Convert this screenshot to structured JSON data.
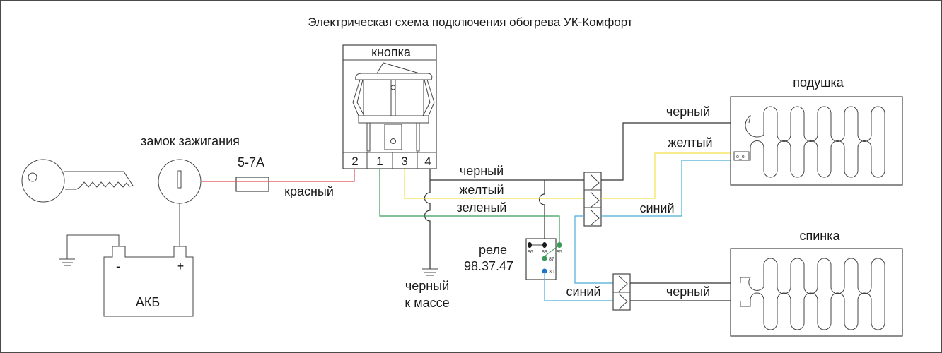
{
  "title": "Электрическая схема подключения обогрева УК-Комфорт",
  "wire_colors": {
    "red": "#e05050",
    "yellow": "#f2e24a",
    "green": "#3a9a5a",
    "blue": "#4aaed8",
    "black": "#333333"
  },
  "components": {
    "ignition": {
      "label": "замок зажигания"
    },
    "fuse": {
      "label": "5-7А"
    },
    "battery": {
      "label": "АКБ",
      "minus": "-",
      "plus": "+"
    },
    "button": {
      "label": "кнопка",
      "pins": [
        "2",
        "1",
        "3",
        "4"
      ]
    },
    "relay": {
      "label_line1": "реле",
      "label_line2": "98.37.47",
      "pins": [
        "86",
        "88",
        "85",
        "87",
        "30"
      ]
    },
    "seat_cushion": {
      "label": "подушка"
    },
    "seat_back": {
      "label": "спинка"
    }
  },
  "wire_labels": {
    "red": "красный",
    "black_main": "черный",
    "yellow_main": "желтый",
    "green_main": "зеленый",
    "ground_line1": "черный",
    "ground_line2": "к массе",
    "cushion_black": "черный",
    "cushion_yellow": "желтый",
    "cushion_blue": "синий",
    "back_blue": "синий",
    "back_black": "черный"
  },
  "thermostat_glyph": "o_o"
}
